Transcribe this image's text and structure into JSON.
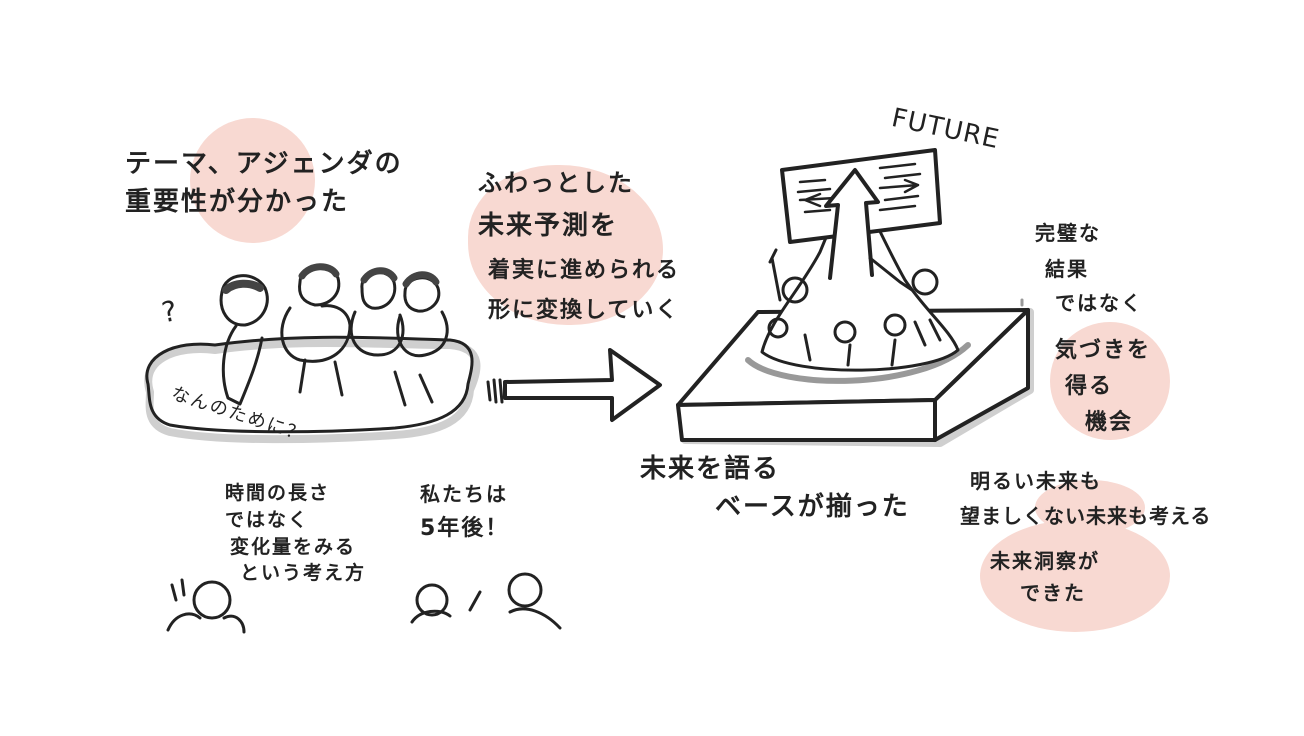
{
  "colors": {
    "ink": "#222222",
    "highlight": "#f8d9d2",
    "shadow": "#cfcfcf",
    "paper": "#ffffff"
  },
  "left_scene": {
    "top_note": [
      "テーマ、アジェンダの",
      "重要性が分かった"
    ],
    "confused_mark": "?",
    "rug_text": "なんのために？",
    "time_note": [
      "時間の長さ",
      "ではなく",
      "変化量をみる",
      "という考え方"
    ],
    "years_note": [
      "私たちは",
      "5年後！"
    ]
  },
  "middle_note": [
    "ふわっとした",
    "未来予測を",
    "着実に進められる",
    "形に変換していく"
  ],
  "right_scene": {
    "board_label": "FUTURE",
    "base_caption": [
      "未来を語る",
      "ベースが揃った"
    ],
    "side_note_top": [
      "完璧な",
      "結果",
      "ではなく"
    ],
    "side_note_bottom": [
      "気づきを",
      "得る",
      "機会"
    ],
    "bottom_note": [
      "明るい未来も",
      "望ましくない未来も考える"
    ],
    "insight_note": [
      "未来洞察が",
      "できた"
    ]
  }
}
